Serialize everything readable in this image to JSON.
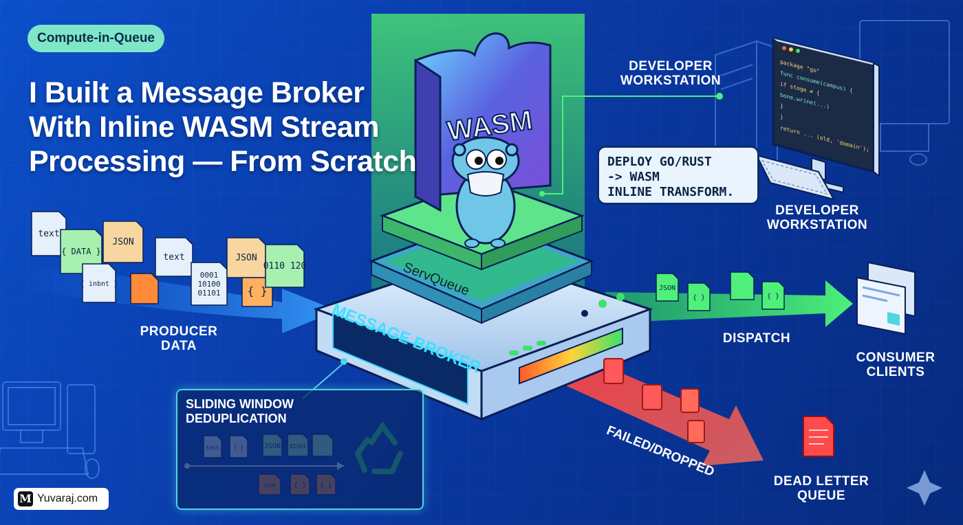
{
  "badge": "Compute-in-Queue",
  "title": {
    "line1": "I Built a Message Broker",
    "line2": "With Inline WASM Stream",
    "line3": "Processing — From Scratch"
  },
  "wasm_block_label": "WASM",
  "servqueue_label": "ServQueue",
  "broker_label": "MESSAGE BROKER",
  "labels": {
    "producer": [
      "PRODUCER",
      "DATA"
    ],
    "developer_top": [
      "DEVELOPER",
      "WORKSTATION"
    ],
    "developer_bottom": [
      "DEVELOPER",
      "WORKSTATION"
    ],
    "dispatch": "DISPATCH",
    "consumer": [
      "CONSUMER",
      "CLIENTS"
    ],
    "failed": "FAILED/DROPPED",
    "dead_letter": [
      "DEAD LETTER",
      "QUEUE"
    ]
  },
  "bubble": [
    "DEPLOY GO/RUST",
    "-> WASM",
    "INLINE TRANSFORM."
  ],
  "dedup": {
    "title": [
      "SLIDING WINDOW",
      "DEDUPLICATION"
    ],
    "files": [
      "text",
      "{ }",
      "JSON",
      "0IS61",
      "JSON",
      "{ }",
      "{ }"
    ]
  },
  "producer_files": [
    "text",
    "{ DATA }",
    "JSON",
    "{ inbnt }",
    "text",
    "0001 10100 01101",
    "JSON",
    "{ }",
    "0110 120"
  ],
  "code_lines": [
    "package \"go\"",
    "func consume(campus) {",
    "  if stoge ≠ {",
    "    bone.wrine(...)",
    "  }",
    "}",
    "return ...  (old, 'domain');"
  ],
  "dispatch_files": [
    "JSON",
    "{ }",
    "",
    "{ }"
  ],
  "footer": {
    "logo": "M",
    "site": "Yuvaraj.com"
  },
  "colors": {
    "accent_green": "#3ee06a",
    "accent_red": "#ff4a4a",
    "accent_teal": "#7fe6c8",
    "wasm_purple": "#5b52d8"
  }
}
